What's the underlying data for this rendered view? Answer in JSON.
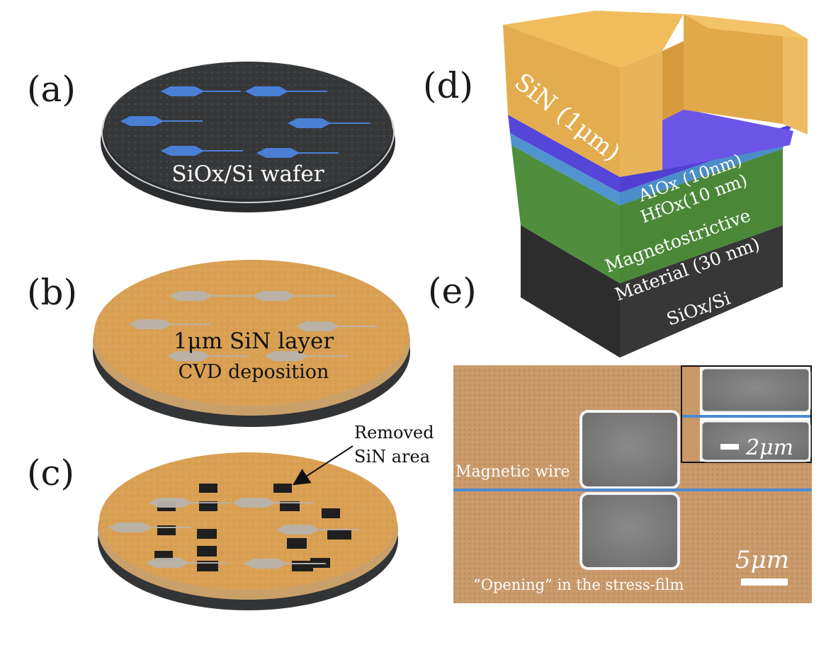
{
  "panels": {
    "a": {
      "label": "(a)",
      "caption": "SiOx/Si wafer",
      "colors": {
        "top": "#353739",
        "edge": "#2b2c2e",
        "rim": "#cfd2d6",
        "device": "#4a7fd6"
      }
    },
    "b": {
      "label": "(b)",
      "caption_line1": "1μm SiN layer",
      "caption_line2": "CVD deposition",
      "colors": {
        "top": "#d9a053",
        "edge": "#caa06a",
        "base": "#323436",
        "device": "#b9b3ab"
      }
    },
    "c": {
      "label": "(c)",
      "annotation_line1": "Removed",
      "annotation_line2": "SiN area",
      "colors": {
        "top": "#d9a053",
        "base": "#323436",
        "opening": "#1f1f1f"
      }
    },
    "d": {
      "label": "(d)",
      "layers": {
        "sin": "SiN (1μm)",
        "alox": "AlOx (10nm)",
        "hfox": "HfOx(10 nm)",
        "magneto_line1": "Magnetostrictive",
        "magneto_line2": "Material (30 nm)",
        "substrate": "SiOx/Si"
      },
      "colors": {
        "sin": "#e3ad4f",
        "alox": "#5545d9",
        "hfox": "#4f93cf",
        "magneto": "#4e8e3c",
        "substrate": "#2d2d2d"
      }
    },
    "e": {
      "label": "(e)",
      "wire_label": "Magnetic wire",
      "opening_label": "“Opening” in the stress-film",
      "scale_main": "5μm",
      "scale_inset": "2μm",
      "colors": {
        "film": "#c9996a",
        "opening": "#7f7f7f",
        "wire": "#4d8ad1"
      }
    }
  }
}
